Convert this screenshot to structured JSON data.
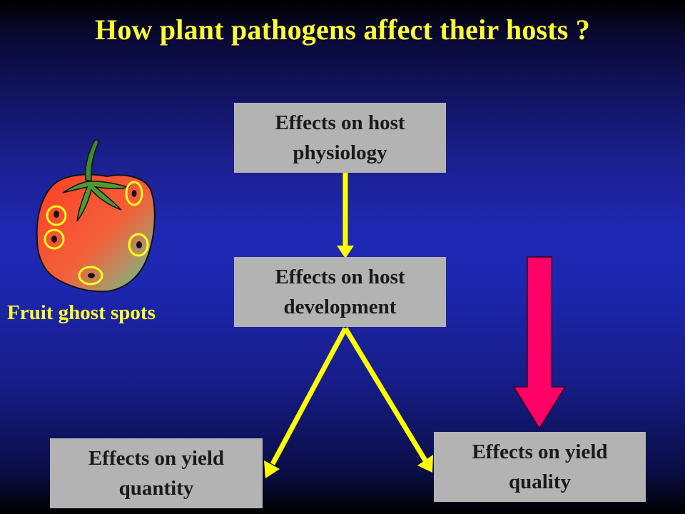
{
  "title": "How plant pathogens affect their hosts ?",
  "boxes": {
    "physiology": {
      "line1": "Effects on host",
      "line2": "physiology"
    },
    "development": {
      "line1": "Effects on host",
      "line2": "development"
    },
    "quantity": {
      "line1": "Effects on yield",
      "line2": "quantity"
    },
    "quality": {
      "line1": "Effects on yield",
      "line2": "quality"
    }
  },
  "illustration": {
    "caption": "Fruit ghost spots"
  },
  "colors": {
    "title": "#ffff33",
    "box_fill": "#b3b3b3",
    "arrow_yellow": "#ffff00",
    "arrow_red": "#ff0066"
  }
}
